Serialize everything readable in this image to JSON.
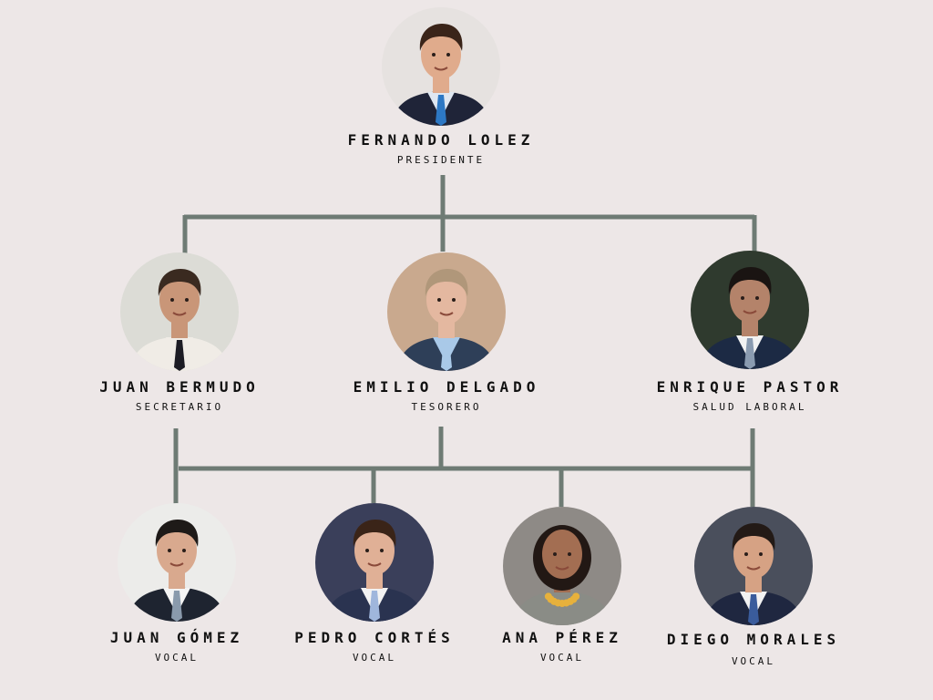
{
  "colors": {
    "background": "#ede7e7",
    "connector": "#6e7b74"
  },
  "people": [
    {
      "id": "fernando",
      "name": "FERNANDO LOLEZ",
      "role": "PRESIDENTE",
      "photo_bg": "#e6e2e0",
      "suit": "#1f2438",
      "shirt": "#dfe7f1",
      "tie": "#2d78c4",
      "skin": "#e0ab8c",
      "hair": "#3a2419"
    },
    {
      "id": "juan-bermudo",
      "name": "JUAN BERMUDO",
      "role": "SECRETARIO",
      "photo_bg": "#dcdcd6",
      "suit": "#f0ece6",
      "shirt": "#f0ece6",
      "tie": "#1c1c24",
      "skin": "#c99678",
      "hair": "#3a2a20"
    },
    {
      "id": "emilio",
      "name": "EMILIO DELGADO",
      "role": "TESORERO",
      "photo_bg": "#c9a98e",
      "suit": "#2e3f58",
      "shirt": "#a9c9e8",
      "tie": "#a9c9e8",
      "skin": "#e4b8a0",
      "hair": "#b0977a"
    },
    {
      "id": "enrique",
      "name": "ENRIQUE PASTOR",
      "role": "SALUD LABORAL",
      "photo_bg": "#2f3a2e",
      "suit": "#1c2a44",
      "shirt": "#f2f2f2",
      "tie": "#8a9bb0",
      "skin": "#b4836a",
      "hair": "#1a1412"
    },
    {
      "id": "juan-gomez",
      "name": "JUAN GÓMEZ",
      "role": "VOCAL",
      "photo_bg": "#ececea",
      "suit": "#1e2430",
      "shirt": "#f4f4f4",
      "tie": "#8a9aac",
      "skin": "#d9a98e",
      "hair": "#1e1a18"
    },
    {
      "id": "pedro",
      "name": "PEDRO CORTÉS",
      "role": "VOCAL",
      "photo_bg": "#3a3f5a",
      "suit": "#2a3350",
      "shirt": "#f2f2f2",
      "tie": "#9fb6dc",
      "skin": "#e0b096",
      "hair": "#3a2418"
    },
    {
      "id": "ana",
      "name": "ANA PÉREZ",
      "role": "VOCAL",
      "photo_bg": "#8e8a86",
      "suit": "#8a8c86",
      "shirt": "#8a8c86",
      "tie": "#e7b13c",
      "skin": "#a36e52",
      "hair": "#221814"
    },
    {
      "id": "diego",
      "name": "DIEGO MORALES",
      "role": "VOCAL",
      "photo_bg": "#4a4f5c",
      "suit": "#1f2740",
      "shirt": "#f2f2f2",
      "tie": "#3a5c9c",
      "skin": "#d6a284",
      "hair": "#231a16"
    }
  ]
}
